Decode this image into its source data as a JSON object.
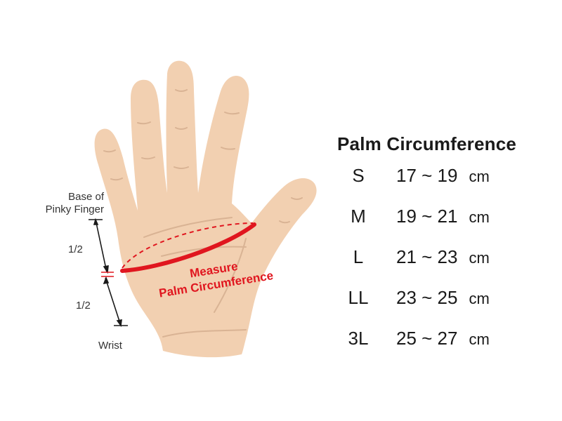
{
  "callouts": {
    "base_of_line1": "Base of",
    "base_of_line2": "Pinky Finger",
    "half_upper": "1/2",
    "half_lower": "1/2",
    "wrist": "Wrist"
  },
  "measure_label": {
    "line1": "Measure",
    "line2": "Palm Circumference"
  },
  "size_table": {
    "title": "Palm Circumference",
    "unit": "cm",
    "rows": [
      {
        "size": "S",
        "range": "17 ~ 19"
      },
      {
        "size": "M",
        "range": "19 ~ 21"
      },
      {
        "size": "L",
        "range": "21 ~ 23"
      },
      {
        "size": "LL",
        "range": "23 ~ 25"
      },
      {
        "size": "3L",
        "range": "25 ~ 27"
      }
    ]
  },
  "colors": {
    "skin": "#f2d0b1",
    "skin_line": "#d9b394",
    "measure_red": "#e0161f",
    "text_dark": "#1a1a1a"
  }
}
